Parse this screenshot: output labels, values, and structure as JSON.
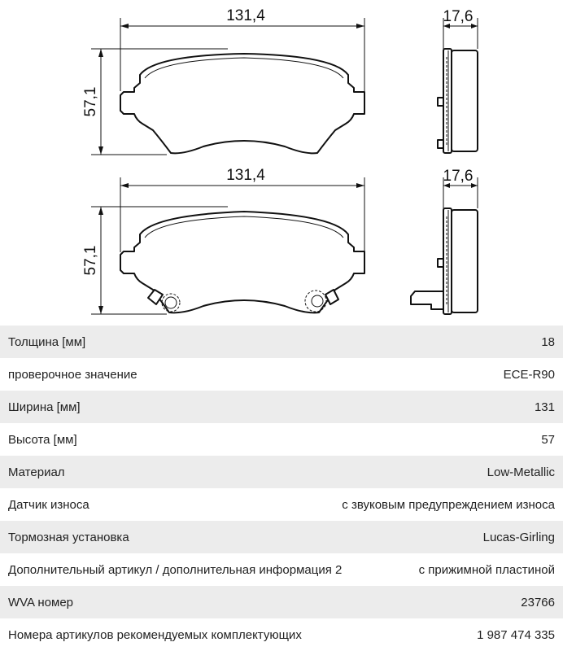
{
  "drawing": {
    "top_width_label": "131,4",
    "top_height_label": "57,1",
    "top_thickness_label": "17,6",
    "bottom_width_label": "131,4",
    "bottom_height_label": "57,1",
    "bottom_thickness_label": "17,6"
  },
  "specs": [
    {
      "label": "Толщина [мм]",
      "value": "18"
    },
    {
      "label": "проверочное значение",
      "value": "ECE-R90"
    },
    {
      "label": "Ширина [мм]",
      "value": "131"
    },
    {
      "label": "Высота [мм]",
      "value": "57"
    },
    {
      "label": "Материал",
      "value": "Low-Metallic"
    },
    {
      "label": "Датчик износа",
      "value": "с звуковым предупреждением износа"
    },
    {
      "label": "Тормозная установка",
      "value": "Lucas-Girling"
    },
    {
      "label": "Дополнительный артикул / дополнительная информация 2",
      "value": "с прижимной пластиной"
    },
    {
      "label": "WVA номер",
      "value": "23766"
    },
    {
      "label": "Номера артикулов рекомендуемых комплектующих",
      "value": "1 987 474 335"
    }
  ]
}
